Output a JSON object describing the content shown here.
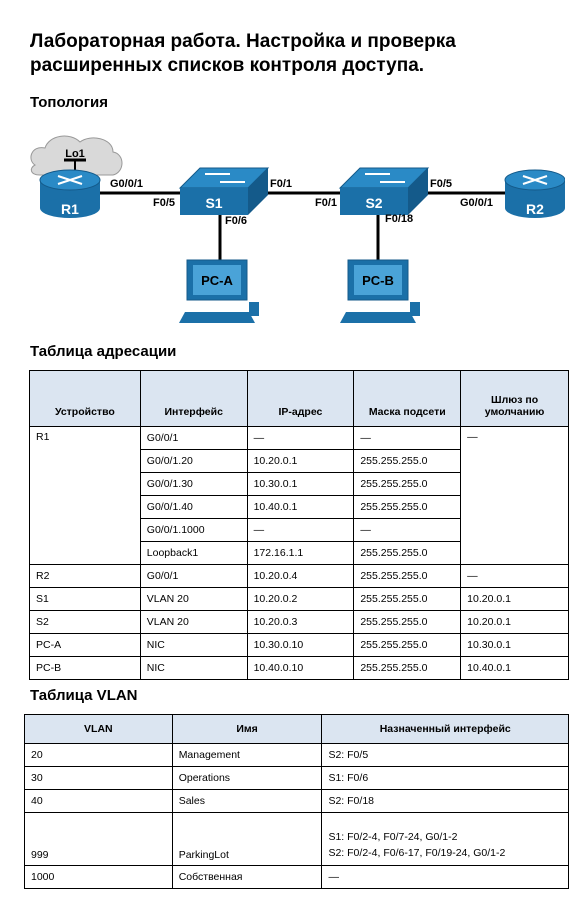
{
  "title": "Лабораторная работа. Настройка и проверка расширенных списков контроля доступа.",
  "topology_heading": "Топология",
  "addressing_heading": "Таблица адресации",
  "vlan_heading": "Таблица VLAN",
  "topology": {
    "r1": "R1",
    "lo1": "Lo1",
    "s1": "S1",
    "s2": "S2",
    "r2": "R2",
    "pca": "PC-A",
    "pcb": "PC-B",
    "r1_g": "G0/0/1",
    "s1_f05": "F0/5",
    "s1_f01": "F0/1",
    "s1_f06": "F0/6",
    "s2_f01": "F0/1",
    "s2_f05": "F0/5",
    "s2_f018": "F0/18",
    "r2_g": "G0/0/1"
  },
  "addressing": {
    "headers": [
      "Устройство",
      "Интерфейс",
      "IP-адрес",
      "Маска подсети",
      "Шлюз по умолчанию"
    ],
    "r1": {
      "device": "R1",
      "gateway": "—",
      "rows": [
        [
          "G0/0/1",
          "—",
          "—"
        ],
        [
          "G0/0/1.20",
          "10.20.0.1",
          "255.255.255.0"
        ],
        [
          "G0/0/1.30",
          "10.30.0.1",
          "255.255.255.0"
        ],
        [
          "G0/0/1.40",
          "10.40.0.1",
          "255.255.255.0"
        ],
        [
          "G0/0/1.1000",
          "—",
          "—"
        ],
        [
          "Loopback1",
          "172.16.1.1",
          "255.255.255.0"
        ]
      ]
    },
    "rows": [
      [
        "R2",
        "G0/0/1",
        "10.20.0.4",
        "255.255.255.0",
        "—"
      ],
      [
        "S1",
        "VLAN 20",
        "10.20.0.2",
        "255.255.255.0",
        "10.20.0.1"
      ],
      [
        "S2",
        "VLAN 20",
        "10.20.0.3",
        "255.255.255.0",
        "10.20.0.1"
      ],
      [
        "PC-A",
        "NIC",
        "10.30.0.10",
        "255.255.255.0",
        "10.30.0.1"
      ],
      [
        "PC-B",
        "NIC",
        "10.40.0.10",
        "255.255.255.0",
        "10.40.0.1"
      ]
    ]
  },
  "vlan_table": {
    "headers": [
      "VLAN",
      "Имя",
      "Назначенный интерфейс"
    ],
    "rows": [
      [
        "20",
        "Management",
        "S2: F0/5"
      ],
      [
        "30",
        "Operations",
        "S1: F0/6"
      ],
      [
        "40",
        "Sales",
        "S2: F0/18"
      ],
      [
        "999",
        "ParkingLot",
        "S1: F0/2-4, F0/7-24, G0/1-2",
        "S2: F0/2-4, F0/6-17, F0/19-24, G0/1-2"
      ],
      [
        "1000",
        "Собственная",
        "—"
      ]
    ]
  },
  "colors": {
    "device_blue": "#1b70a8",
    "header_fill": "#dbe5f1",
    "cloud": "#d9d9d9"
  }
}
